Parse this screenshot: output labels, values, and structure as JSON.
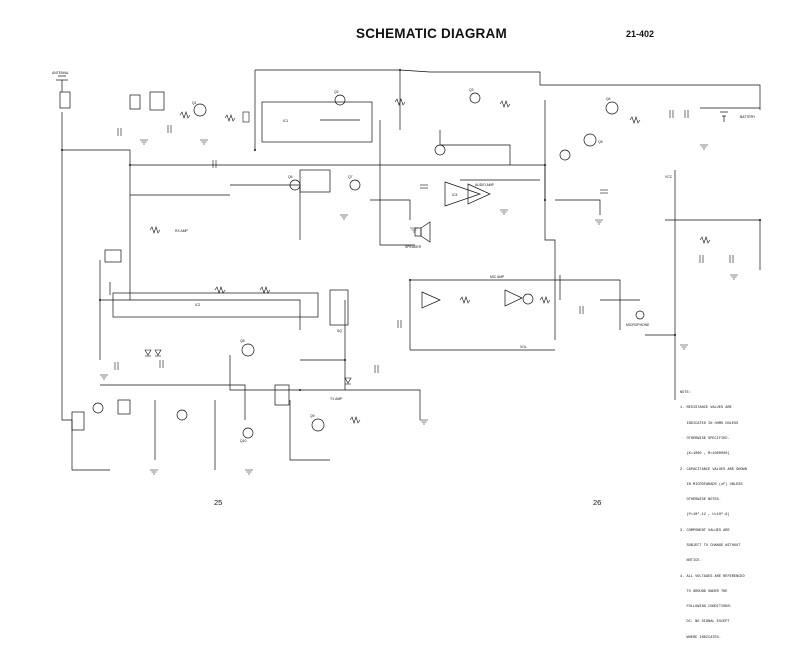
{
  "header": {
    "title": "SCHEMATIC DIAGRAM",
    "code": "21-402"
  },
  "pages": {
    "left": "25",
    "right": "26"
  },
  "notes": [
    "NOTE:",
    "1. RESISTANCE VALUES ARE",
    "   INDICATED IN OHMS UNLESS",
    "   OTHERWISE SPECIFIED.",
    "   (K=1000 , M=1000000)",
    "2. CAPACITANCE VALUES ARE SHOWN",
    "   IN MICROFARADS (uF) UNLESS",
    "   OTHERWISE NOTED.",
    "   (P=10^-12 , U=10^-6)",
    "3. COMPONENT VALUES ARE",
    "   SUBJECT TO CHANGE WITHOUT",
    "   NOTICE.",
    "4. ALL VOLTAGES ARE REFERENCED",
    "   TO GROUND UNDER THE",
    "   FOLLOWING CONDITIONS:",
    "   DC: NO SIGNAL EXCEPT",
    "   WHERE INDICATED."
  ],
  "labels": {
    "antenna": "ANTENNA",
    "speaker": "SPEAKER",
    "microphone": "MICROPHONE",
    "battery": "BATTERY",
    "rx_amp": "RX AMP",
    "tx_amp": "TX AMP",
    "audio_amp": "AUDIO AMP",
    "ic1": "IC1",
    "ic2": "IC2",
    "ic3": "IC3",
    "q1": "Q1",
    "q2": "Q2",
    "q3": "Q3",
    "q4": "Q4",
    "q5": "Q5",
    "q6": "Q6",
    "q7": "Q7",
    "q8": "Q8",
    "q9": "Q9",
    "q10": "Q10",
    "vcc": "VCC",
    "mic_amp": "MIC AMP",
    "vol": "VOL",
    "sq": "SQ"
  }
}
